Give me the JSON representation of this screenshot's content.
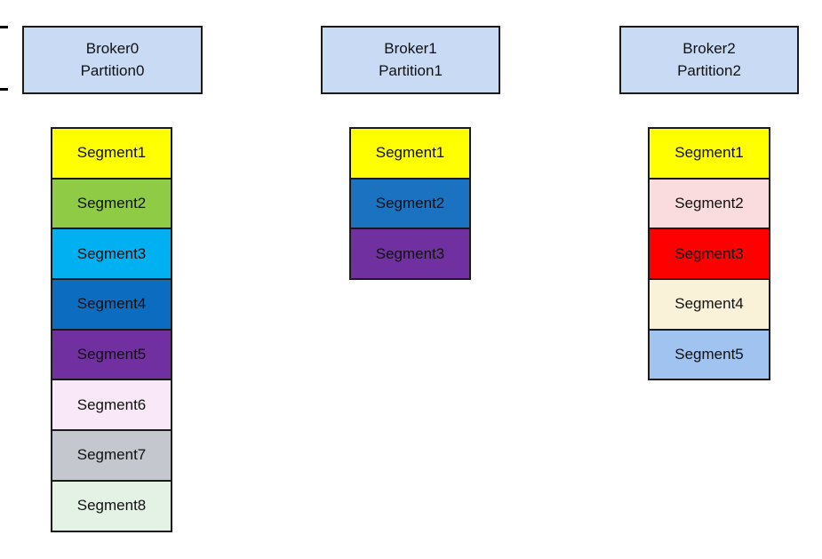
{
  "page": {
    "background": "#ffffff",
    "border_color": "#1A1A1A",
    "text_color": "#111111",
    "header_fill": "#C9DAF5"
  },
  "columns": [
    {
      "broker": "Broker0",
      "partition": "Partition0",
      "segments": [
        {
          "label": "Segment1",
          "color": "#FFFF00"
        },
        {
          "label": "Segment2",
          "color": "#8FCB44"
        },
        {
          "label": "Segment3",
          "color": "#00B0F0"
        },
        {
          "label": "Segment4",
          "color": "#0C6CBF"
        },
        {
          "label": "Segment5",
          "color": "#7030A0"
        },
        {
          "label": "Segment6",
          "color": "#F8E8F8"
        },
        {
          "label": "Segment7",
          "color": "#C4C7CE"
        },
        {
          "label": "Segment8",
          "color": "#E4F2E6"
        }
      ]
    },
    {
      "broker": "Broker1",
      "partition": "Partition1",
      "segments": [
        {
          "label": "Segment1",
          "color": "#FFFF00"
        },
        {
          "label": "Segment2",
          "color": "#1A72C0"
        },
        {
          "label": "Segment3",
          "color": "#7030A0"
        }
      ]
    },
    {
      "broker": "Broker2",
      "partition": "Partition2",
      "segments": [
        {
          "label": "Segment1",
          "color": "#FFFF00"
        },
        {
          "label": "Segment2",
          "color": "#FADCDE"
        },
        {
          "label": "Segment3",
          "color": "#FF0000"
        },
        {
          "label": "Segment4",
          "color": "#FAF1D9"
        },
        {
          "label": "Segment5",
          "color": "#A1C3EF"
        }
      ]
    }
  ]
}
